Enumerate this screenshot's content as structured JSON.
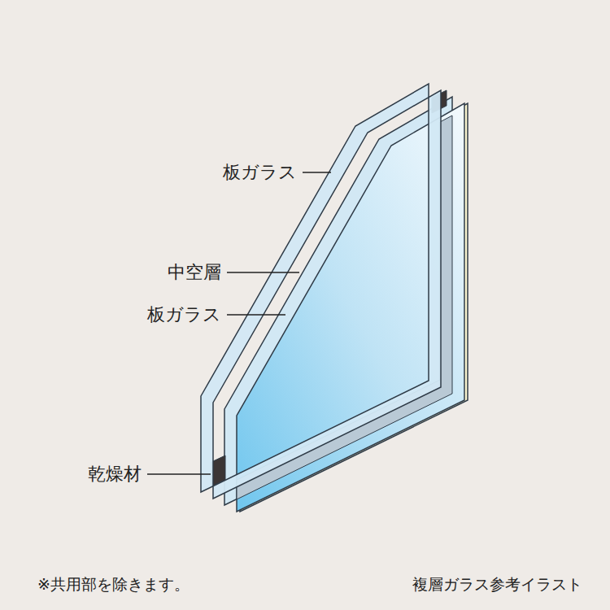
{
  "diagram": {
    "caption": "複層ガラス参考イラスト",
    "labels": [
      "板ガラス",
      "中空層",
      "板ガラス",
      "乾燥材",
      "※共用部を除きます。"
    ]
  }
}
